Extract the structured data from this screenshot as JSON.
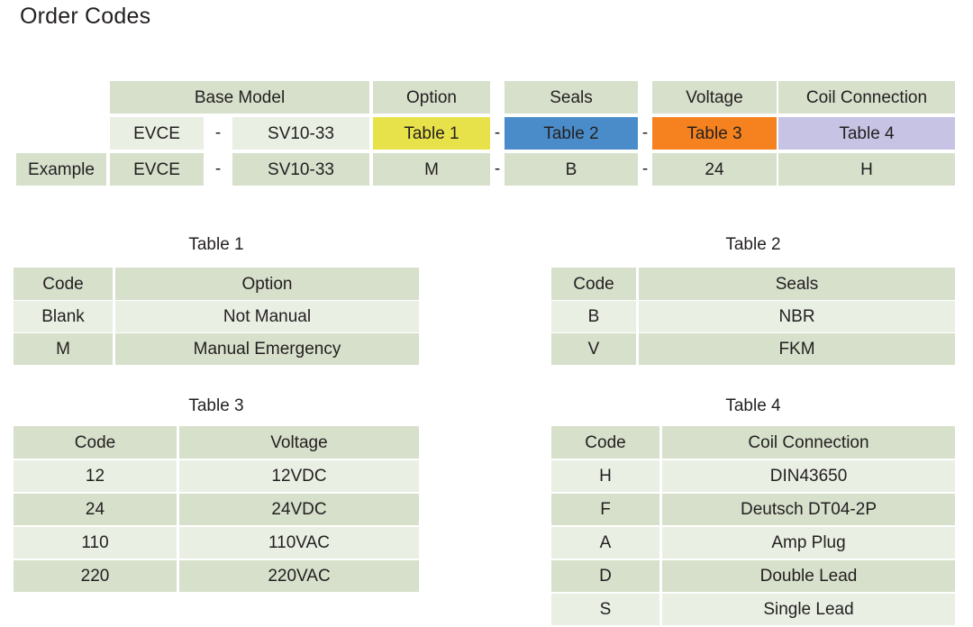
{
  "page": {
    "title": "Order Codes"
  },
  "colors": {
    "green_dark": "#d6e0cb",
    "green_light": "#e9efe3",
    "table1_accent": "#e8e24a",
    "table2_accent": "#4a8cc9",
    "table3_accent": "#f5821f",
    "table4_accent": "#c6c3e4",
    "text": "#231f20",
    "background": "#ffffff"
  },
  "order_code_table": {
    "group_headers": [
      "Base Model",
      "Option",
      "Seals",
      "Voltage",
      "Coil Connection"
    ],
    "row_labels": {
      "reference": "",
      "example": "Example"
    },
    "reference_row": {
      "base_model_prefix": "EVCE",
      "base_model_suffix": "SV10-33",
      "option": "Table 1",
      "seals": "Table 2",
      "voltage": "Table 3",
      "coil_connection": "Table 4"
    },
    "example_row": {
      "base_model_prefix": "EVCE",
      "base_model_suffix": "SV10-33",
      "option": "M",
      "seals": "B",
      "voltage": "24",
      "coil_connection": "H"
    },
    "separator": "-"
  },
  "table1": {
    "title": "Table 1",
    "columns": [
      "Code",
      "Option"
    ],
    "rows": [
      [
        "Blank",
        "Not Manual"
      ],
      [
        "M",
        "Manual Emergency"
      ]
    ]
  },
  "table2": {
    "title": "Table 2",
    "columns": [
      "Code",
      "Seals"
    ],
    "rows": [
      [
        "B",
        "NBR"
      ],
      [
        "V",
        "FKM"
      ]
    ]
  },
  "table3": {
    "title": "Table 3",
    "columns": [
      "Code",
      "Voltage"
    ],
    "rows": [
      [
        "12",
        "12VDC"
      ],
      [
        "24",
        "24VDC"
      ],
      [
        "110",
        "110VAC"
      ],
      [
        "220",
        "220VAC"
      ]
    ]
  },
  "table4": {
    "title": "Table 4",
    "columns": [
      "Code",
      "Coil Connection"
    ],
    "rows": [
      [
        "H",
        "DIN43650"
      ],
      [
        "F",
        "Deutsch DT04-2P"
      ],
      [
        "A",
        "Amp Plug"
      ],
      [
        "D",
        "Double Lead"
      ],
      [
        "S",
        "Single Lead"
      ]
    ]
  }
}
